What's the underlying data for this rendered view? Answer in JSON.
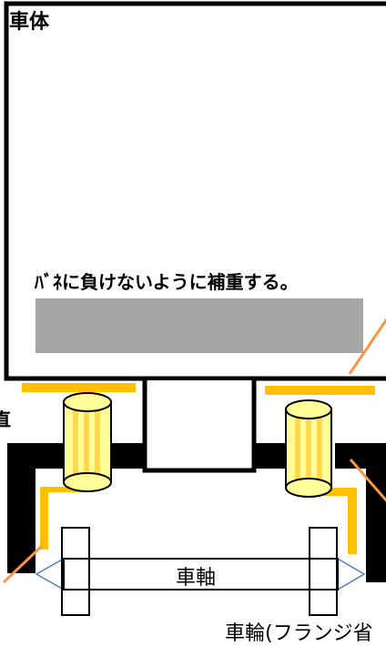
{
  "labels": {
    "car_body": "車体",
    "reinforce_note": "ﾊﾞﾈに負けないように補重する。",
    "axle": "車軸",
    "wheel": "車輪(フランジ省",
    "left_edge_fragment": "直"
  },
  "colors": {
    "outline": "#000000",
    "ballast_weight": "#a6a6a6",
    "spring_plate": "#ffc000",
    "spring_fill": "#ffff99",
    "spring_stripe": "#ffd84d",
    "callout_line": "#f79646",
    "axle_arrow": "#4f81bd"
  },
  "icons": {
    "spring": "coil-spring-cylinder"
  }
}
